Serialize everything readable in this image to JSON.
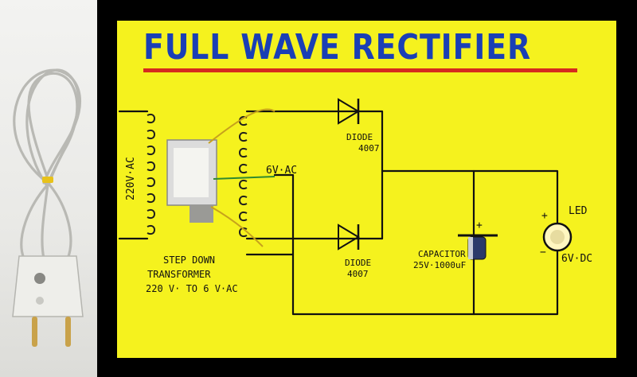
{
  "title": "FULL WAVE RECTIFIER",
  "labels": {
    "input_voltage": "220V·AC",
    "secondary_voltage": "6V·AC",
    "diode_top_name": "DIODE",
    "diode_top_part": "4007",
    "diode_bottom_name": "DIODE",
    "diode_bottom_part": "4007",
    "capacitor_name": "CAPACITOR",
    "capacitor_rating": "25V·1000uF",
    "led_name": "LED",
    "led_voltage": "6V·DC",
    "transformer_line1": "STEP DOWN",
    "transformer_line2": "TRANSFORMER",
    "transformer_line3": "220 V· TO 6 V·AC",
    "plus_capacitor": "+",
    "plus_led": "+",
    "minus_led": "−"
  },
  "colors": {
    "board": "#f5f21e",
    "title": "#1a3fb5",
    "underline": "#d62a1e",
    "ink": "#111111",
    "cable": "#d9d9d6"
  }
}
